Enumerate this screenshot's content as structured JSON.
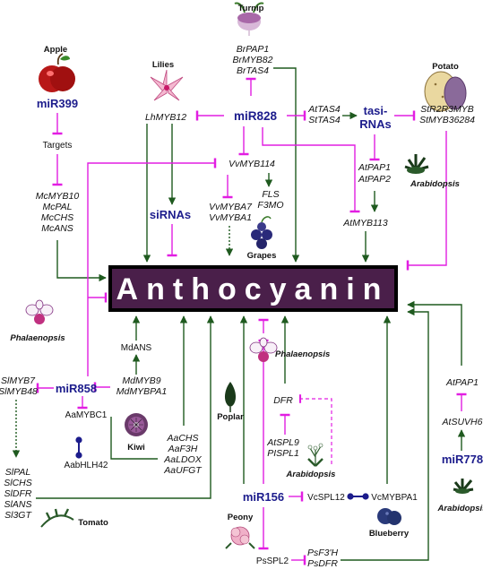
{
  "title": "Anthocyanin",
  "organisms": {
    "turnip": "Turnip",
    "apple": "Apple",
    "lilies": "Lilies",
    "potato": "Potato",
    "arabidopsis_top": "Arabidopsis",
    "grapes": "Grapes",
    "phalaenopsis_left": "Phalaenopsis",
    "phalaenopsis_mid": "Phalaenopsis",
    "kiwi": "Kiwi",
    "poplar": "Poplar",
    "arabidopsis_mid": "Arabidopsis",
    "tomato": "Tomato",
    "peony": "Peony",
    "blueberry": "Blueberry",
    "arabidopsis_right": "Arabidopsis"
  },
  "mirnas": {
    "mir399": "miR399",
    "mir828": "miR828",
    "tasi_line1": "tasi-",
    "tasi_line2": "RNAs",
    "sirnas": "siRNAs",
    "mir858": "miR858",
    "mir156": "miR156",
    "mir778": "miR778"
  },
  "genes": {
    "br_pap1": "BrPAP1",
    "br_myb82": "BrMYB82",
    "br_tas4": "BrTAS4",
    "targets": "Targets",
    "mc_myb10": "McMYB10",
    "mc_pal": "McPAL",
    "mc_chs": "McCHS",
    "mc_ans": "McANS",
    "lh_myb12": "LhMYB12",
    "at_tas4": "AtTAS4",
    "st_tas4": "StTAS4",
    "st_r2r3myb": "StR2R3MYB",
    "st_myb36284": "StMYB36284",
    "vv_myb114": "VvMYB114",
    "at_pap1": "AtPAP1",
    "at_pap2": "AtPAP2",
    "vv_myba7": "VvMYBA7",
    "vv_myba1": "VvMYBA1",
    "fls": "FLS",
    "f3mo": "F3MO",
    "at_myb113": "AtMYB113",
    "md_ans": "MdANS",
    "md_myb9": "MdMYB9",
    "md_mybpa1": "MdMYBPA1",
    "sl_myb7": "SlMYB7",
    "sl_myb48": "SlMYB48",
    "aa_mybc1": "AaMYBC1",
    "aa_bhlh42": "AabHLH42",
    "aa_chs": "AaCHS",
    "aa_f3h": "AaF3H",
    "aa_ldox": "AaLDOX",
    "aa_ufgt": "AaUFGT",
    "dfr": "DFR",
    "at_spl9": "AtSPL9",
    "pi_spl1": "PISPL1",
    "at_pap1_r": "AtPAP1",
    "at_suvh6": "AtSUVH6",
    "sl_pal": "SlPAL",
    "sl_chs": "SlCHS",
    "sl_dfr": "SlDFR",
    "sl_ans": "SlANS",
    "sl_3gt": "Sl3GT",
    "vc_spl12": "VcSPL12",
    "vc_mybpa1": "VcMYBPA1",
    "ps_spl2": "PsSPL2",
    "ps_f3h": "PsF3'H",
    "ps_dfr": "PsDFR"
  },
  "colors": {
    "activation": "#1f5a1f",
    "repression": "#e21ee2",
    "mirna_text": "#1c1c8c",
    "title_box": "#4a1f4a"
  }
}
